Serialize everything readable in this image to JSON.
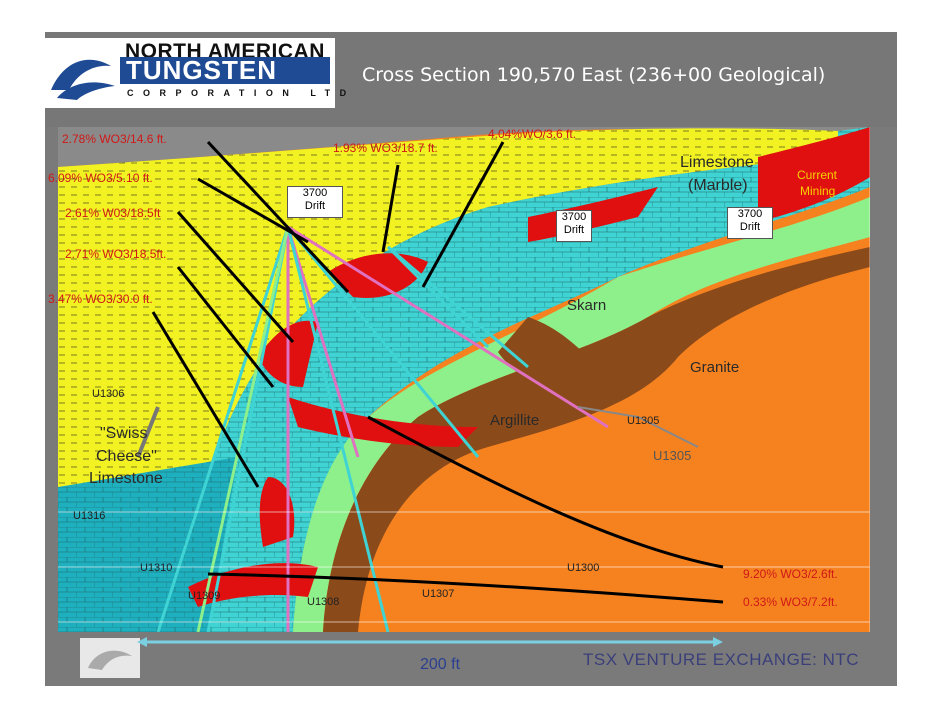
{
  "header": {
    "logo_line1": "NORTH AMERICAN",
    "logo_line2": "TUNGSTEN",
    "logo_line3": "CORPORATION LTD",
    "title": "Cross Section 190,570 East (236+00 Geological)"
  },
  "assays": {
    "a1": "2.78% WO3/14.6 ft.",
    "a2": "6.09% WO3/5.10 ft.",
    "a3": "2.61% W03/18.5ft",
    "a4": "2.71% WO3/18.5ft.",
    "a5": "3.47% WO3/30.0 ft.",
    "a6": "1.93% WO3/18.7 ft.",
    "a7": "4.04%WO/3.6 ft.",
    "a8": "9.20% WO3/2.6ft.",
    "a9": "0.33% WO3/7.2ft."
  },
  "rock_units": {
    "limestone": "Limestone",
    "marble": "(Marble)",
    "skarn": "Skarn",
    "granite": "Granite",
    "argillite": "Argillite",
    "swiss1": "\"Swiss",
    "swiss2": "Cheese\"",
    "swiss3": "Limestone",
    "current1": "Current",
    "current2": "Mining"
  },
  "drifts": {
    "d1a": "3700",
    "d1b": "Drift",
    "d2a": "3700",
    "d2b": "Drift",
    "d3a": "3700",
    "d3b": "Drift"
  },
  "holes": {
    "u1306": "U1306",
    "u1316": "U1316",
    "u1310": "U1310",
    "u1309": "U1309",
    "u1308": "U1308",
    "u1307": "U1307",
    "u1300": "U1300",
    "u1305": "U1305",
    "u1305b": "U1305"
  },
  "footer": {
    "scale": "200 ft",
    "exchange": "TSX VENTURE EXCHANGE: NTC"
  },
  "colors": {
    "limestone": "#3fd3d3",
    "skarn": "#8ef08a",
    "granite": "#f5821f",
    "argillite": "#8b4a1a",
    "swiss_cheese": "#f2f222",
    "ore": "#e01010",
    "marble_block": "#1fb0c0"
  }
}
